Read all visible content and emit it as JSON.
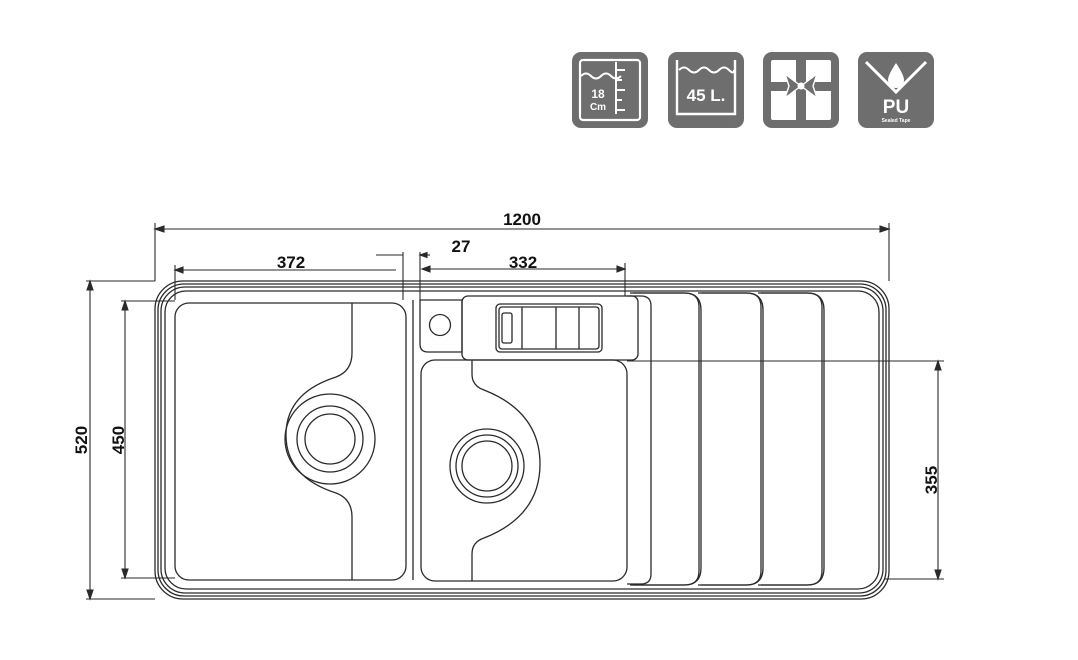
{
  "badges": [
    {
      "icon": "depth-icon",
      "line1": "18",
      "line2": "Cm"
    },
    {
      "icon": "capacity-icon",
      "text": "45 L."
    },
    {
      "icon": "packaging-icon"
    },
    {
      "icon": "pu-sealed-icon",
      "label": "PU",
      "sublabel": "Sealed Tape"
    }
  ],
  "dimensions": {
    "overall_width": "1200",
    "bowl1_width": "372",
    "gap_width": "27",
    "bowl2_width": "332",
    "overall_height": "520",
    "bowl_height": "450",
    "drainer_height": "355"
  },
  "colors": {
    "badge": "#6e6e6e",
    "line": "#2a2a2a"
  }
}
